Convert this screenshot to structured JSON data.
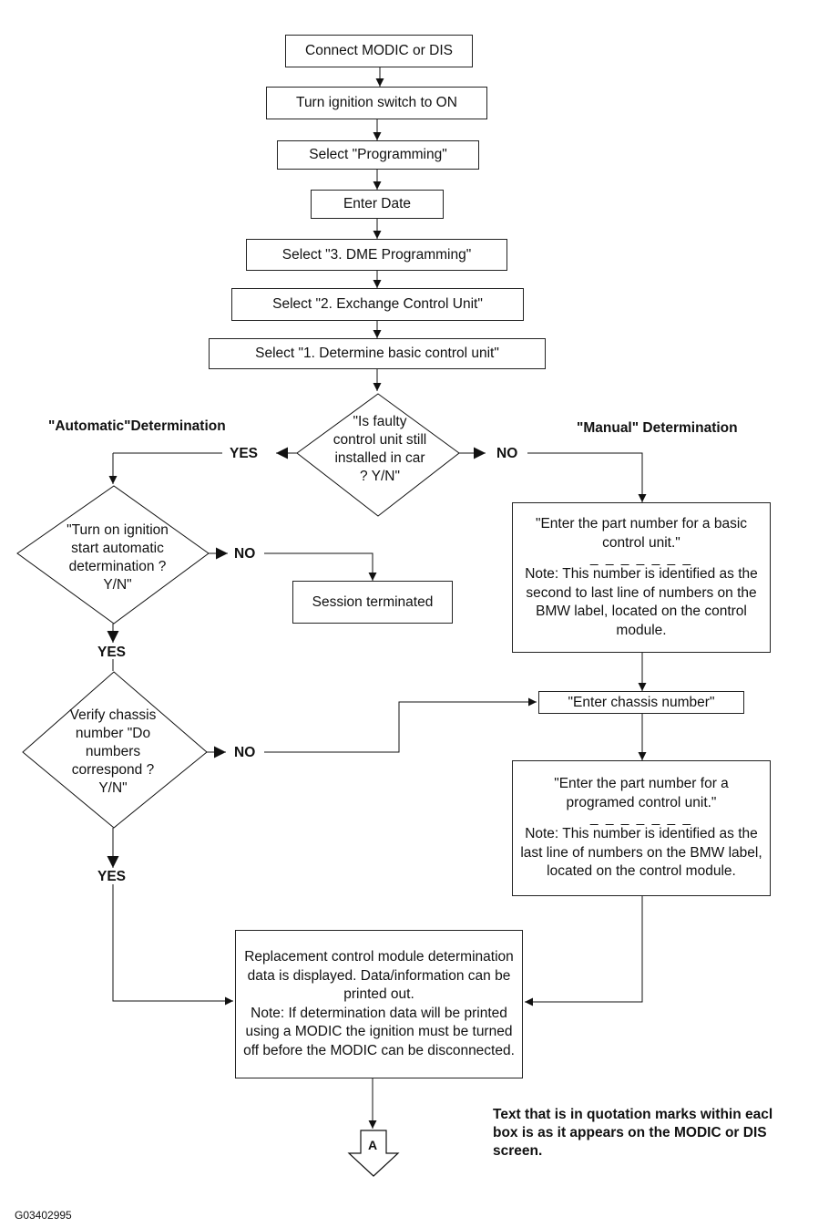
{
  "steps": {
    "connect": "Connect MODIC or DIS",
    "ignition_on": "Turn ignition switch to ON",
    "select_programming": "Select \"Programming\"",
    "enter_date": "Enter Date",
    "dme_programming": "Select \"3. DME Programming\"",
    "exchange_unit": "Select \"2. Exchange Control Unit\"",
    "determine_basic": "Select \"1. Determine basic control unit\""
  },
  "decisions": {
    "faulty_installed": "\"Is faulty control unit still installed in car ? Y/N\"",
    "auto_determination": "\"Turn on ignition start automatic determination ? Y/N\"",
    "verify_chassis": "Verify chassis number \"Do numbers correspond ? Y/N\""
  },
  "headings": {
    "automatic": "\"Automatic\"Determination",
    "manual": "\"Manual\" Determination"
  },
  "labels": {
    "yes_1": "YES",
    "no_1": "NO",
    "no_2": "NO",
    "yes_2": "YES",
    "no_3": "NO",
    "yes_3": "YES"
  },
  "boxes": {
    "session_terminated": "Session terminated",
    "basic_part_number": "\"Enter the part number for a basic control unit.\"",
    "basic_separator": "_ _ _ _ _ _ _",
    "basic_note": "Note: This number is identified as the second to last line of numbers on the BMW label, located on the control module.",
    "enter_chassis": "\"Enter chassis number\"",
    "programmed_part_number": "\"Enter the part number for a programed control unit.\"",
    "programmed_separator": "_ _ _ _ _ _ _",
    "programmed_note": "Note: This number is identified as the last line of numbers on the BMW label, located on the control module.",
    "replacement_data": "Replacement control module determination data is displayed. Data/information can be printed out.",
    "replacement_note": "Note: If determination data will be printed using a MODIC the ignition must be turned off before the MODIC can be disconnected."
  },
  "connector": "A",
  "footnote": "Text that is in quotation marks within eacl\nbox is as it appears on the MODIC or DIS\nscreen.",
  "figure_id": "G03402995"
}
